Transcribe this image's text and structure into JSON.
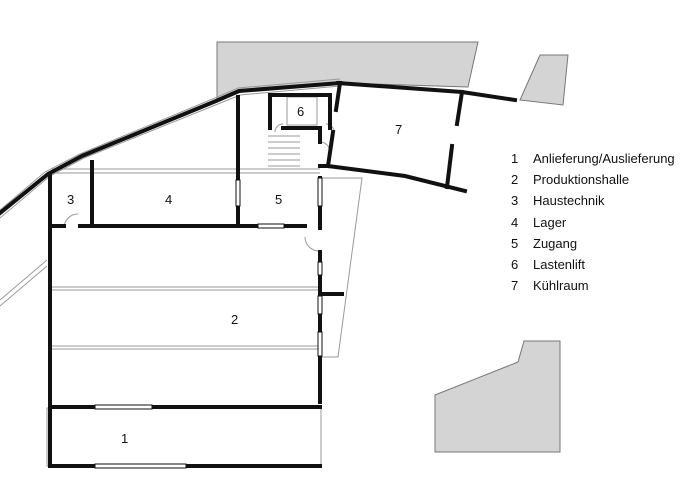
{
  "rooms": [
    {
      "num": "1",
      "name": "Anlieferung/Auslieferung"
    },
    {
      "num": "2",
      "name": "Produktionshalle"
    },
    {
      "num": "3",
      "name": "Haustechnik"
    },
    {
      "num": "4",
      "name": "Lager"
    },
    {
      "num": "5",
      "name": "Zugang"
    },
    {
      "num": "6",
      "name": "Lastenlift"
    },
    {
      "num": "7",
      "name": "Kühlraum"
    }
  ],
  "colors": {
    "wall": "#111111",
    "neighbor_fill": "#d4d4d4",
    "neighbor_stroke": "#777777",
    "thin_line": "#9a9a9a"
  }
}
